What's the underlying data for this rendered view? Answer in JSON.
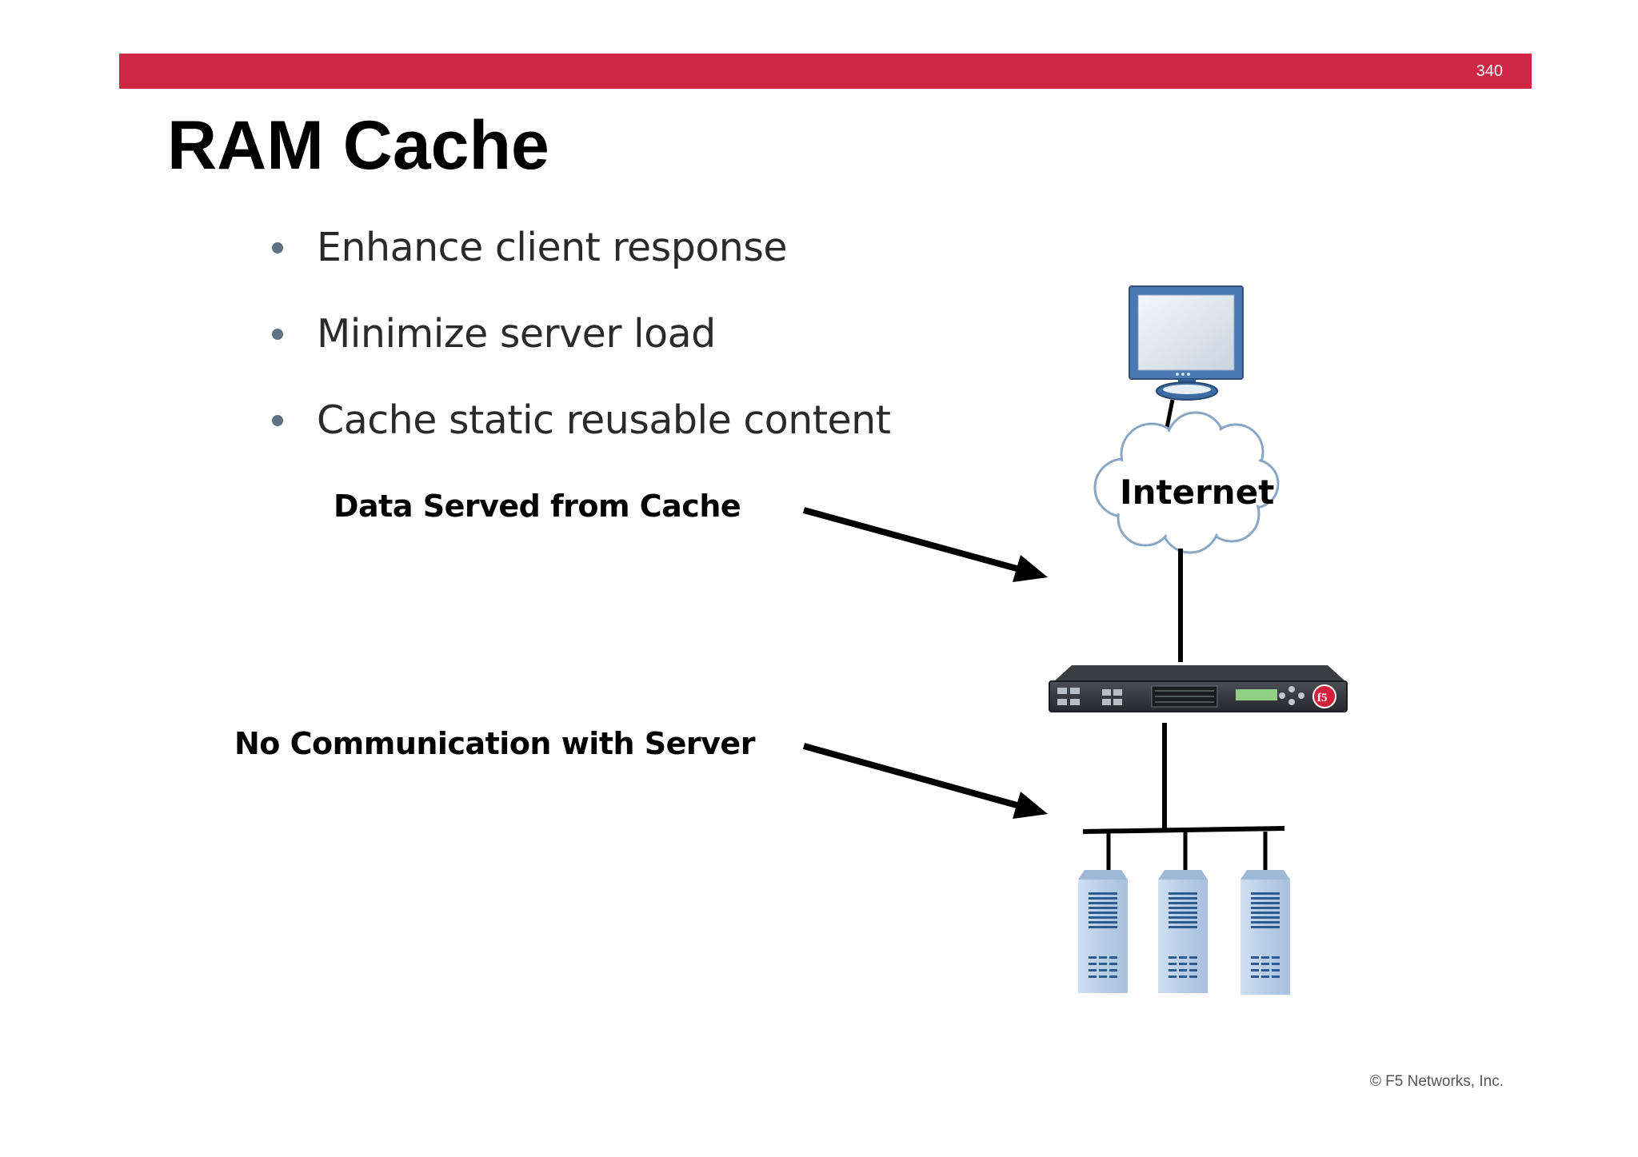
{
  "slide": {
    "page_number": "340",
    "title": "RAM Cache",
    "bullets": [
      "Enhance client response",
      "Minimize server load",
      "Cache static reusable content"
    ],
    "footer": "© F5 Networks, Inc."
  },
  "diagram": {
    "internet_label": "Internet",
    "arrow_labels": {
      "cache": "Data Served from Cache",
      "no_server": "No Communication with Server"
    }
  },
  "colors": {
    "accent_bar": "#cf2743",
    "bullet": "#5f7285",
    "monitor": "#4a78b0",
    "server": "#b9cfe8"
  }
}
